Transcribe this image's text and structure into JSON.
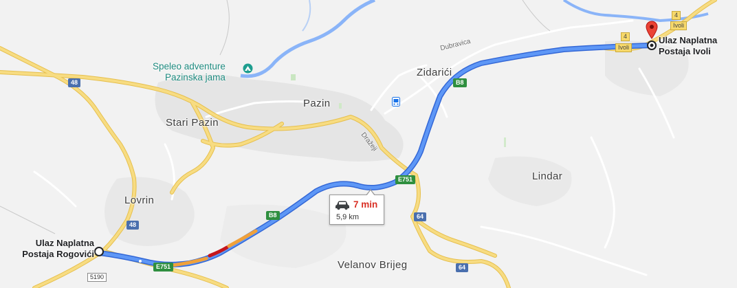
{
  "map": {
    "places": [
      {
        "id": "stari-pazin",
        "label": "Stari Pazin"
      },
      {
        "id": "pazin",
        "label": "Pazin"
      },
      {
        "id": "zidarici",
        "label": "Zidarići"
      },
      {
        "id": "lindar",
        "label": "Lindar"
      },
      {
        "id": "lovrin",
        "label": "Lovrin"
      },
      {
        "id": "velanov-brijeg",
        "label": "Velanov Brijeg"
      }
    ],
    "poi": {
      "line1": "Speleo adventure",
      "line2": "Pazinska jama",
      "icon": "cave-poi-icon",
      "color": "#1e9e8f"
    },
    "road_labels": {
      "dubravica": "Dubravica",
      "drazeji": "Dražeji"
    },
    "shields": {
      "r48a": "48",
      "r48b": "48",
      "b8a": "B8",
      "b8b": "B8",
      "e751a": "E751",
      "e751b": "E751",
      "r64a": "64",
      "r64b": "64",
      "r5190": "5190",
      "r4a": "4",
      "r4b": "4",
      "ivoli_a": "Ivoli",
      "ivoli_b": "Ivoli"
    },
    "start": {
      "line1": "Ulaz Naplatna",
      "line2": "Postaja Rogovići"
    },
    "end": {
      "line1": "Ulaz Naplatna",
      "line2": "Postaja Ivoli"
    },
    "route": {
      "duration": "7 min",
      "distance": "5,9 km",
      "icon": "car-icon"
    },
    "colors": {
      "route": "#4d87f0",
      "route_outline": "#3366cc",
      "slow": "#f0a13a",
      "jam": "#c5161d",
      "road_major": "#f5d776",
      "road_outline": "#e6bf4d",
      "river": "#8ab4f8",
      "land": "#f1f1f1",
      "urban": "#e4e4e4",
      "marker": "#ea4335"
    }
  }
}
